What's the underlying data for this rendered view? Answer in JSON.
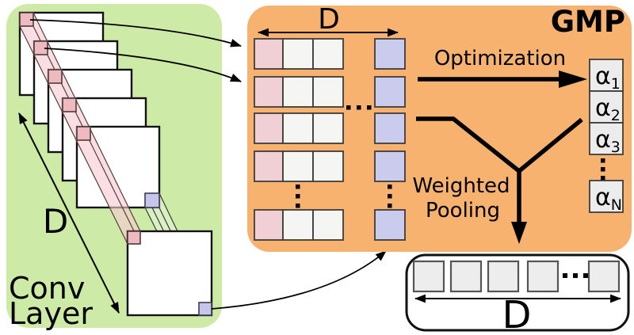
{
  "colors": {
    "green_bg": "#cdeba6",
    "orange_bg": "#f6b26e",
    "conv_pink": "#eeb9bf",
    "conv_blue": "#c5c6e9",
    "matrix_pink": "#f1d0d5",
    "matrix_white": "#f5f5f3",
    "matrix_blue": "#cbcbee",
    "band_pink": "#f6ccd2",
    "band_blue": "#e7f0df",
    "alpha_box": "#ececec",
    "output_cell": "#ededed",
    "line_black": "#000000"
  },
  "conv_panel": {
    "label_line1": "Conv",
    "label_line2": "Layer",
    "depth_label": "D",
    "feature_maps_shown": 5
  },
  "gmp_panel": {
    "title": "GMP",
    "width_label": "D",
    "optimization_label": "Optimization",
    "weighted_pooling_line1": "Weighted",
    "weighted_pooling_line2": "Pooling",
    "matrix_rows_shown": 5,
    "alpha_weights": [
      {
        "base": "α",
        "sub": "1"
      },
      {
        "base": "α",
        "sub": "2"
      },
      {
        "base": "α",
        "sub": "3"
      },
      {
        "base": "α",
        "sub": "N"
      }
    ]
  },
  "output_vector": {
    "width_label": "D",
    "cells_shown": 5
  }
}
